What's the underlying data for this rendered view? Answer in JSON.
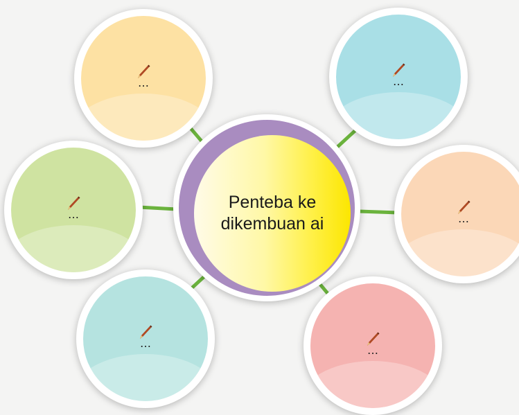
{
  "center": {
    "line1": "Penteba ke",
    "line2": "dikembuan ai",
    "ring_color": "#a98cc0",
    "fill_gradient": [
      "#fffbe8",
      "#fff8a6",
      "#fce600"
    ]
  },
  "connector_color": "#6bb33d",
  "nodes": [
    {
      "id": "top-left",
      "color": "#fde1a3",
      "placeholder": "…",
      "icon": "pen-icon"
    },
    {
      "id": "top-right",
      "color": "#a9dfe6",
      "placeholder": "…",
      "icon": "pen-icon"
    },
    {
      "id": "middle-left",
      "color": "#cfe3a1",
      "placeholder": "…",
      "icon": "pen-icon"
    },
    {
      "id": "middle-right",
      "color": "#fbd7b7",
      "placeholder": "…",
      "icon": "pen-icon"
    },
    {
      "id": "bottom-left",
      "color": "#b5e3e0",
      "placeholder": "…",
      "icon": "pen-icon"
    },
    {
      "id": "bottom-right",
      "color": "#f5b3b1",
      "placeholder": "…",
      "icon": "pen-icon"
    }
  ]
}
